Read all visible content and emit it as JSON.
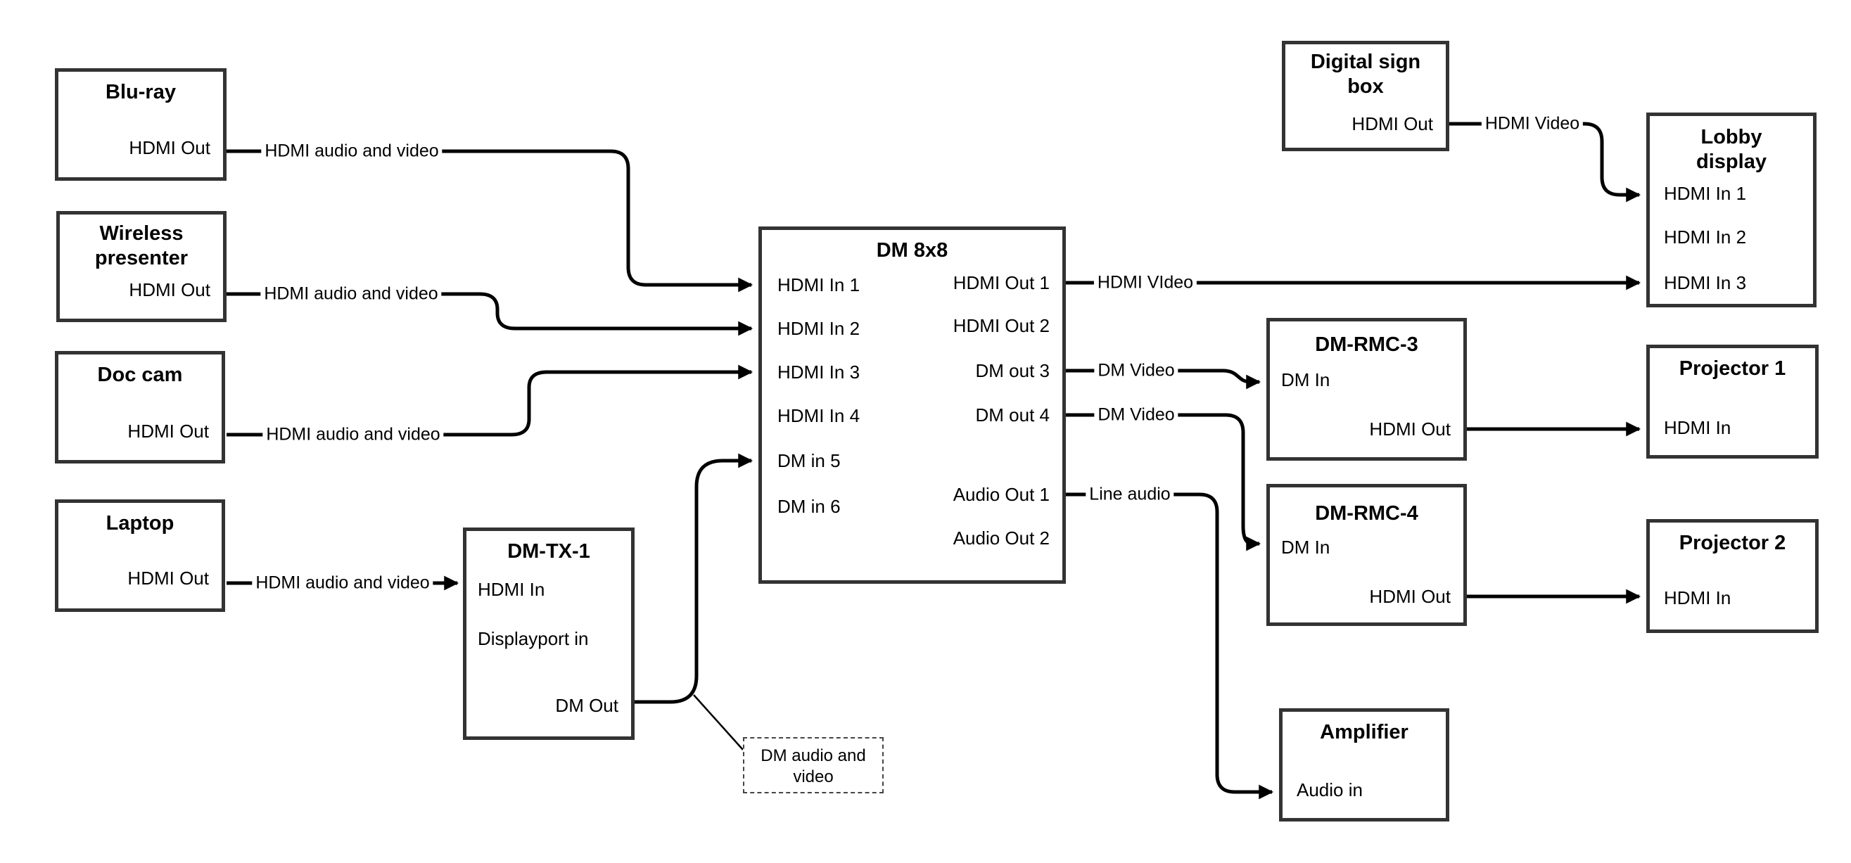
{
  "colors": {
    "background": "#ffffff",
    "line": "#000000",
    "box_border": "#333333",
    "text": "#000000"
  },
  "nodes": {
    "bluray": {
      "title": "Blu-ray",
      "ports": {
        "hdmi_out": "HDMI Out"
      }
    },
    "wireless": {
      "title": "Wireless presenter",
      "ports": {
        "hdmi_out": "HDMI Out"
      }
    },
    "doccam": {
      "title": "Doc cam",
      "ports": {
        "hdmi_out": "HDMI Out"
      }
    },
    "laptop": {
      "title": "Laptop",
      "ports": {
        "hdmi_out": "HDMI Out"
      }
    },
    "dmtx1": {
      "title": "DM-TX-1",
      "ports": {
        "hdmi_in": "HDMI In",
        "displayport_in": "Displayport in",
        "dm_out": "DM Out"
      }
    },
    "dm8x8": {
      "title": "DM 8x8",
      "ports": {
        "hdmi_in_1": "HDMI In 1",
        "hdmi_in_2": "HDMI In 2",
        "hdmi_in_3": "HDMI In 3",
        "hdmi_in_4": "HDMI In 4",
        "dm_in_5": "DM in 5",
        "dm_in_6": "DM in 6",
        "hdmi_out_1": "HDMI Out 1",
        "hdmi_out_2": "HDMI Out 2",
        "dm_out_3": "DM out 3",
        "dm_out_4": "DM out 4",
        "audio_out_1": "Audio Out 1",
        "audio_out_2": "Audio Out 2"
      }
    },
    "digital_sign": {
      "title": "Digital sign box",
      "ports": {
        "hdmi_out": "HDMI Out"
      }
    },
    "lobby_display": {
      "title": "Lobby display",
      "ports": {
        "hdmi_in_1": "HDMI In 1",
        "hdmi_in_2": "HDMI In 2",
        "hdmi_in_3": "HDMI In 3"
      }
    },
    "dm_rmc_3": {
      "title": "DM-RMC-3",
      "ports": {
        "dm_in": "DM In",
        "hdmi_out": "HDMI Out"
      }
    },
    "projector1": {
      "title": "Projector 1",
      "ports": {
        "hdmi_in": "HDMI In"
      }
    },
    "dm_rmc_4": {
      "title": "DM-RMC-4",
      "ports": {
        "dm_in": "DM In",
        "hdmi_out": "HDMI Out"
      }
    },
    "projector2": {
      "title": "Projector 2",
      "ports": {
        "hdmi_in": "HDMI In"
      }
    },
    "amplifier": {
      "title": "Amplifier",
      "ports": {
        "audio_in": "Audio in"
      }
    }
  },
  "link_labels": {
    "bluray": "HDMI audio and video",
    "wireless": "HDMI audio and video",
    "doccam": "HDMI audio and video",
    "laptop": "HDMI audio and video",
    "hdmi_out_1": "HDMI VIdeo",
    "dm_out_3": "DM Video",
    "dm_out_4": "DM Video",
    "audio_out_1": "Line audio",
    "digital_sign": "HDMI Video"
  },
  "note": {
    "text": "DM audio and video"
  }
}
